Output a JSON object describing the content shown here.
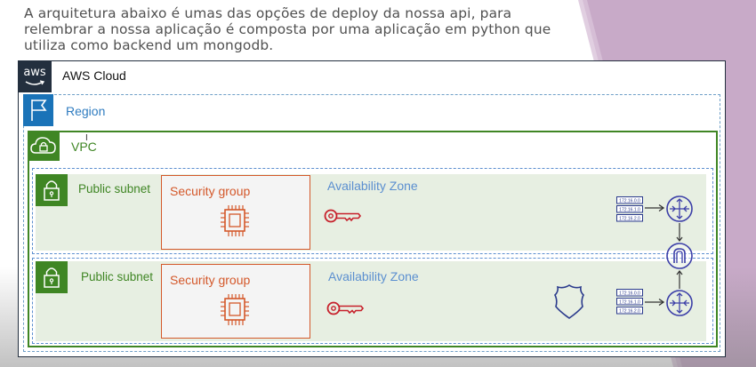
{
  "intro": {
    "line1": "A arquitetura abaixo é umas das opções de deploy da nossa api, para",
    "line2": "relembrar a nossa aplicação é composta por uma aplicação em python que",
    "line3": "utiliza como backend um mongodb."
  },
  "diagram": {
    "aws_logo": "aws",
    "cloud_label": "AWS Cloud",
    "region_label": "Region",
    "vpc_label": "VPC",
    "zones": [
      {
        "subnet_label": "Public subnet",
        "security_group_label": "Security group",
        "az_label": "Availability Zone",
        "route_table": [
          "172.16.0.0",
          "172.16.1.0",
          "172.16.2.0"
        ]
      },
      {
        "subnet_label": "Public subnet",
        "security_group_label": "Security group",
        "az_label": "Availability Zone",
        "route_table": [
          "172.16.0.0",
          "172.16.1.0",
          "172.16.2.0"
        ]
      }
    ]
  },
  "colors": {
    "aws_dark": "#232f3e",
    "region_blue": "#1a73b8",
    "vpc_green": "#3f8624",
    "security_group_orange": "#d4582a",
    "az_blue": "#5b8fd0",
    "background_purple": "#c8aac8"
  },
  "icons": {
    "region": "flag-icon",
    "vpc": "cloud-lock-icon",
    "subnet": "padlock-icon",
    "instance": "chip-icon",
    "key": "key-icon",
    "shield": "shield-icon",
    "router": "router-icon",
    "gateway": "internet-gateway-icon",
    "route_table": "route-table-icon"
  }
}
